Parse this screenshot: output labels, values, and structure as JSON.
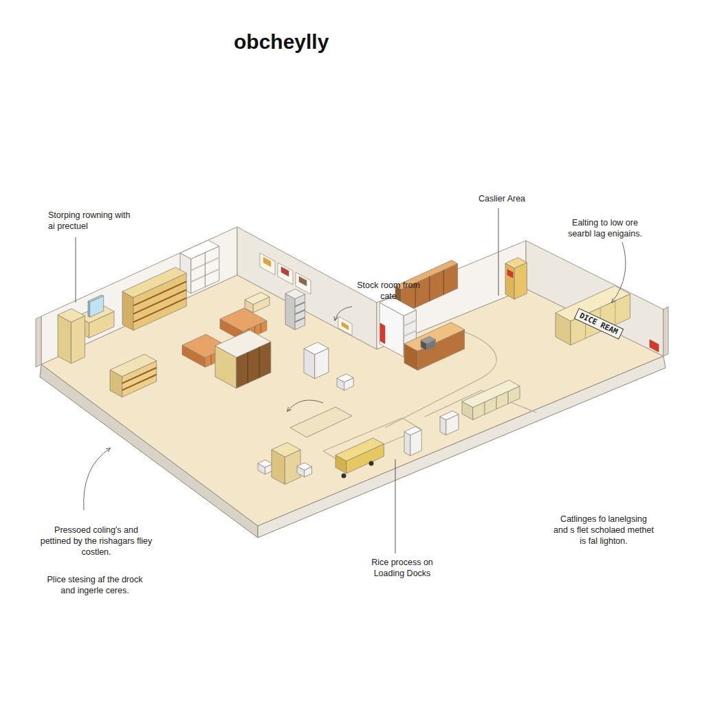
{
  "diagram": {
    "title": "obcheylly",
    "nodes": [
      {
        "text": [
          "DICE REAM"
        ]
      }
    ],
    "labels": [
      "Storping rowning with ai prectuel",
      "Caslier Area",
      "Ealting to low ore searbl lag enigains.",
      "Stock room from cate",
      "Pressoed coling's and pettined by the rishagars fliey costlen.",
      "Plice stesing af the drock and ingerle ceres.",
      "Rice process on Loading Docks",
      "Catlinges fo lanelgsing and s flet scholaed methet is fal lighton."
    ]
  }
}
